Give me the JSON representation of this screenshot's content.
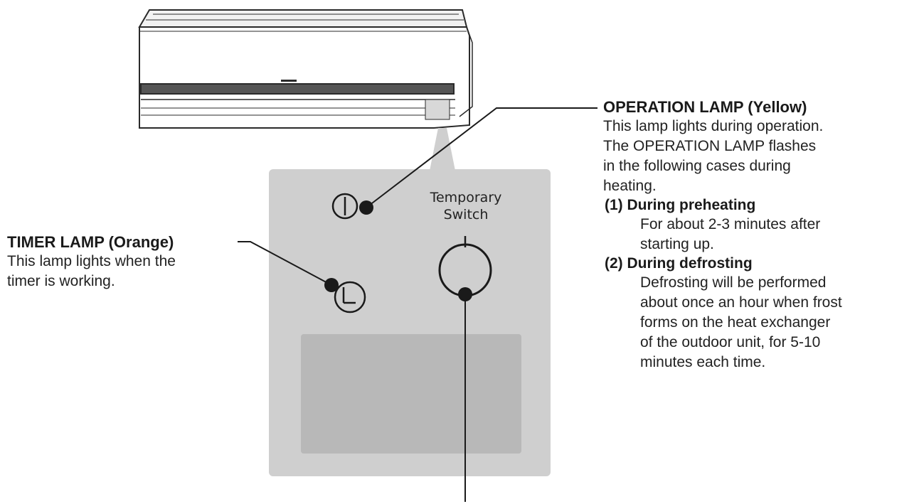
{
  "temporary_switch": {
    "line1": "Temporary",
    "line2": "Switch"
  },
  "timer_lamp": {
    "title": "TIMER LAMP  (Orange)",
    "lines": [
      "This lamp lights when the",
      "timer is working."
    ]
  },
  "operation_lamp": {
    "title": "OPERATION LAMP (Yellow)",
    "lines": [
      "This lamp lights during operation.",
      "The  OPERATION  LAMP  flashes",
      "in  the  following cases during",
      "heating."
    ],
    "cases": [
      {
        "title": "(1) During preheating",
        "lines": [
          "For about 2-3 minutes after",
          "starting up."
        ]
      },
      {
        "title": "(2) During defrosting",
        "lines": [
          "Defrosting will be performed",
          "about once an hour when frost",
          "forms on the heat exchanger",
          "of the outdoor unit, for 5-10",
          "minutes each time."
        ]
      }
    ]
  },
  "colors": {
    "panel": "#cfcfcf",
    "inner_panel": "#b8b8b8",
    "leader": "#1a1a1a"
  }
}
